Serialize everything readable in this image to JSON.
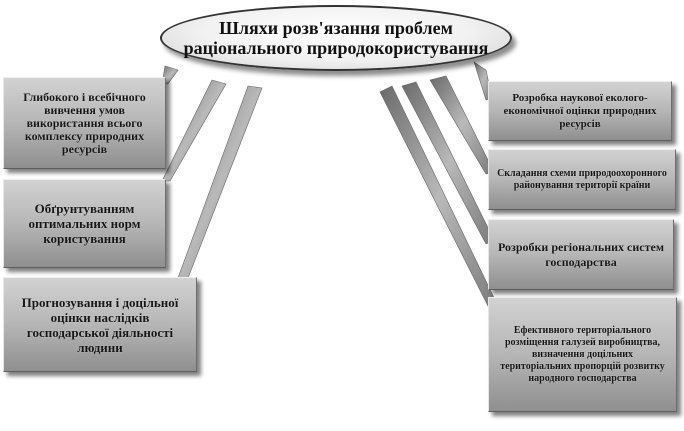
{
  "title": "Шляхи розв'язання проблем раціонального природокористування",
  "left_items": [
    "Глибокого і всебічного вивчення умов використання всього комплексу природних ресурсів",
    "Обґрунтуванням оптимальних норм користування",
    "Прогнозування і доцільної оцінки наслідків господарської діяльності людини"
  ],
  "right_items": [
    "Розробка наукової еколого-економічної оцінки природних ресурсів",
    "Складання схеми природоохоронного районування території країни",
    "Розробки регіональних систем господарства",
    "Ефективного територіального розміщення галузей виробництва, визначення доцільних територіальних пропорцій розвитку народного господарства"
  ]
}
